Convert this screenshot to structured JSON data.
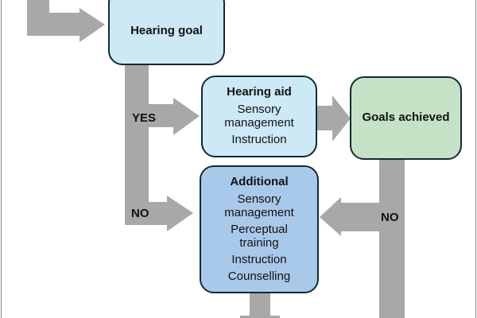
{
  "diagram": {
    "colors": {
      "arrow": "#a8a8a8",
      "border": "#132a36",
      "goal_box": "#cde9f6",
      "hearing_aid_box": "#cde9f6",
      "additional_box": "#a9c9ea",
      "achieved_box": "#c6e2c6"
    },
    "nodes": {
      "hearing_goal": {
        "title": "Hearing goal"
      },
      "hearing_aid": {
        "title": "Hearing aid",
        "items": [
          "Sensory management",
          "Instruction"
        ]
      },
      "goals_achieved": {
        "title": "Goals achieved"
      },
      "additional": {
        "title": "Additional",
        "items": [
          "Sensory management",
          "Perceptual training",
          "Instruction",
          "Counselling"
        ]
      }
    },
    "edge_labels": {
      "yes": "YES",
      "no_left": "NO",
      "no_right": "NO"
    }
  }
}
